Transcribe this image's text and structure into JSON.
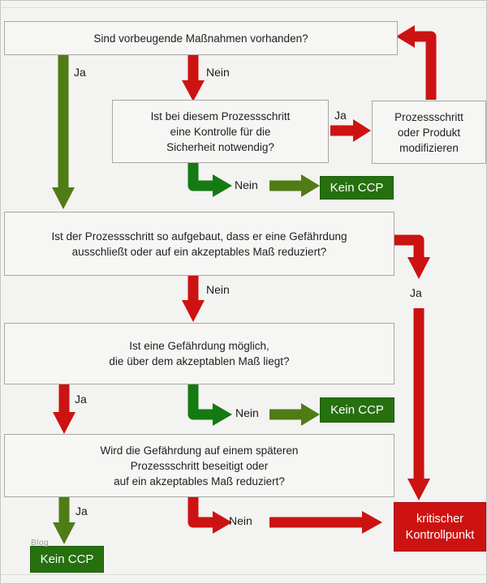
{
  "colors": {
    "red": "#cc1312",
    "olive": "#4f7c15",
    "green_dark": "#157a12",
    "green_box": "#26700f",
    "box_fill": "#f6f6f4",
    "box_border": "#a6a6a4",
    "background": "#f3f3f1"
  },
  "labels": {
    "yes": "Ja",
    "no": "Nein"
  },
  "watermark": "Blog",
  "nodes": {
    "q1": {
      "text": "Sind vorbeugende Maßnahmen vorhanden?"
    },
    "q2": {
      "lines": [
        "Ist bei diesem Prozessschritt",
        "eine Kontrolle für die",
        "Sicherheit notwendig?"
      ]
    },
    "modify": {
      "lines": [
        "Prozessschritt",
        "oder Produkt",
        "modifizieren"
      ]
    },
    "q3": {
      "lines": [
        "Ist der Prozessschritt so aufgebaut, dass er eine Gefährdung",
        "ausschließt oder auf ein akzeptables Maß reduziert?"
      ]
    },
    "q4": {
      "lines": [
        "Ist eine Gefährdung möglich,",
        "die über dem akzeptablen Maß liegt?"
      ]
    },
    "q5": {
      "lines": [
        "Wird die Gefährdung auf einem späteren",
        "Prozessschritt beseitigt oder",
        "auf ein akzeptables Maß reduziert?"
      ]
    },
    "no_ccp": {
      "text": "Kein CCP"
    },
    "ccp": {
      "lines": [
        "kritischer",
        "Kontrollpunkt"
      ]
    }
  }
}
